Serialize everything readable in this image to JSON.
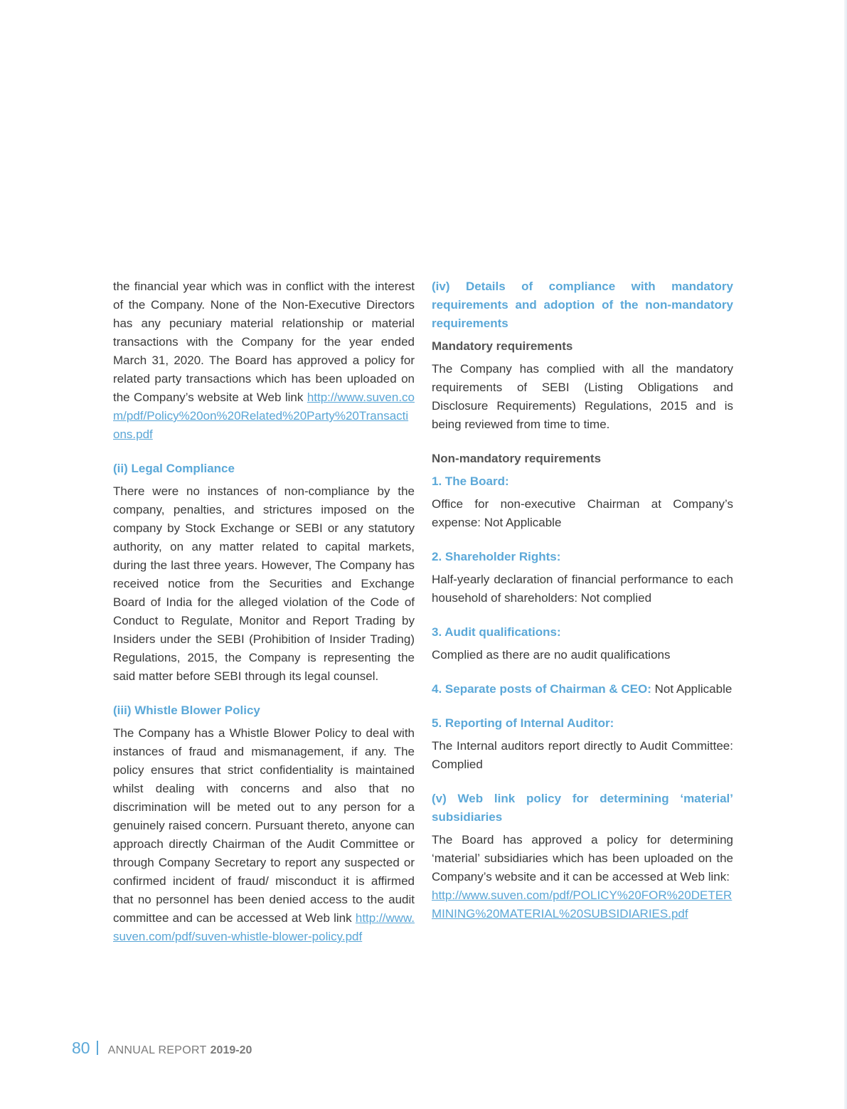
{
  "left": {
    "intro_text": "the financial year which was in conflict with the interest of the Company. None of the Non-Executive Directors has any pecuniary material relationship or material transactions with the Company for the year ended March 31, 2020. The Board has approved a policy for related party transactions which has been uploaded on the Company’s website at Web link",
    "intro_link": "http://www.suven.com/pdf/Policy%20on%20Related%20Party%20Transactions.pdf",
    "legal_heading": "(ii) Legal Compliance",
    "legal_text": "There were no instances of non-compliance by the company, penalties, and strictures imposed on the company by Stock Exchange or SEBI or any statutory authority, on any matter related to capital markets, during the last three years. However, The Company has received notice from the Securities and Exchange Board of India for the alleged violation of the Code of Conduct to Regulate, Monitor and Report Trading by Insiders under the SEBI (Prohibition of Insider Trading) Regulations, 2015, the Company is representing the said matter before SEBI through its legal counsel.",
    "whistle_heading": "(iii) Whistle Blower Policy",
    "whistle_text": "The Company has a Whistle Blower Policy to deal with instances of fraud and mismanagement, if any. The policy ensures that strict confidentiality is maintained whilst dealing with concerns and also that no discrimination will be meted out to any person for a genuinely raised concern. Pursuant thereto, anyone can approach directly Chairman of the Audit Committee or through Company Secretary to report any suspected or confirmed incident of fraud/ misconduct it is affirmed that no personnel has been denied access to the audit committee and can be accessed at Web link",
    "whistle_link": "http://www.suven.com/pdf/suven-whistle-blower-policy.pdf"
  },
  "right": {
    "compliance_heading": "(iv) Details of compliance with mandatory requirements and adoption of the non-mandatory requirements",
    "mandatory_heading": "Mandatory requirements",
    "mandatory_text": "The Company has complied with all the mandatory requirements of SEBI (Listing Obligations and Disclosure Requirements) Regulations, 2015 and is being reviewed from time to time.",
    "nonmandatory_heading": "Non-mandatory requirements",
    "board_heading": "1. The Board:",
    "board_text": "Office for non-executive Chairman at Company’s expense: Not Applicable",
    "shareholder_heading": "2. Shareholder Rights:",
    "shareholder_text": "Half-yearly declaration of financial performance to each household of shareholders: Not complied",
    "audit_heading": "3. Audit qualifications:",
    "audit_text": "Complied as there are no audit qualifications",
    "separate_heading": "4. Separate posts of Chairman & CEO:",
    "separate_text": "Not Applicable",
    "reporting_heading": "5. Reporting of Internal Auditor:",
    "reporting_text": "The Internal auditors report directly to Audit Committee: Complied",
    "weblink_heading": "(v) Web link policy for determining ‘material’ subsidiaries",
    "weblink_text": "The Board has approved a policy for determining ‘material’ subsidiaries which has been uploaded on the Company’s website and it can be accessed at Web link:",
    "weblink_url": "http://www.suven.com/pdf/POLICY%20FOR%20DETERMINING%20MATERIAL%20SUBSIDIARIES.pdf"
  },
  "footer": {
    "page_number": "80",
    "label": "ANNUAL REPORT",
    "year": "2019-20"
  },
  "colors": {
    "accent": "#5ba8d8",
    "body_text": "#3a3a3a"
  }
}
